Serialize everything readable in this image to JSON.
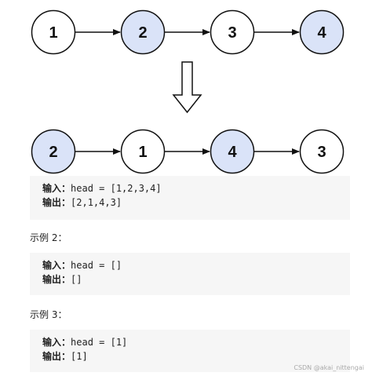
{
  "diagram": {
    "before": [
      "1",
      "2",
      "3",
      "4"
    ],
    "after": [
      "2",
      "1",
      "4",
      "3"
    ],
    "highlight_fill": "#dae3f8",
    "plain_fill": "#ffffff"
  },
  "example1": {
    "input_label": "输入：",
    "input_value": "head = [1,2,3,4]",
    "output_label": "输出：",
    "output_value": "[2,1,4,3]"
  },
  "example2": {
    "heading": "示例 2：",
    "input_label": "输入：",
    "input_value": "head = []",
    "output_label": "输出：",
    "output_value": "[]"
  },
  "example3": {
    "heading": "示例 3：",
    "input_label": "输入：",
    "input_value": "head = [1]",
    "output_label": "输出：",
    "output_value": "[1]"
  },
  "watermark": "CSDN @akai_nittengai"
}
